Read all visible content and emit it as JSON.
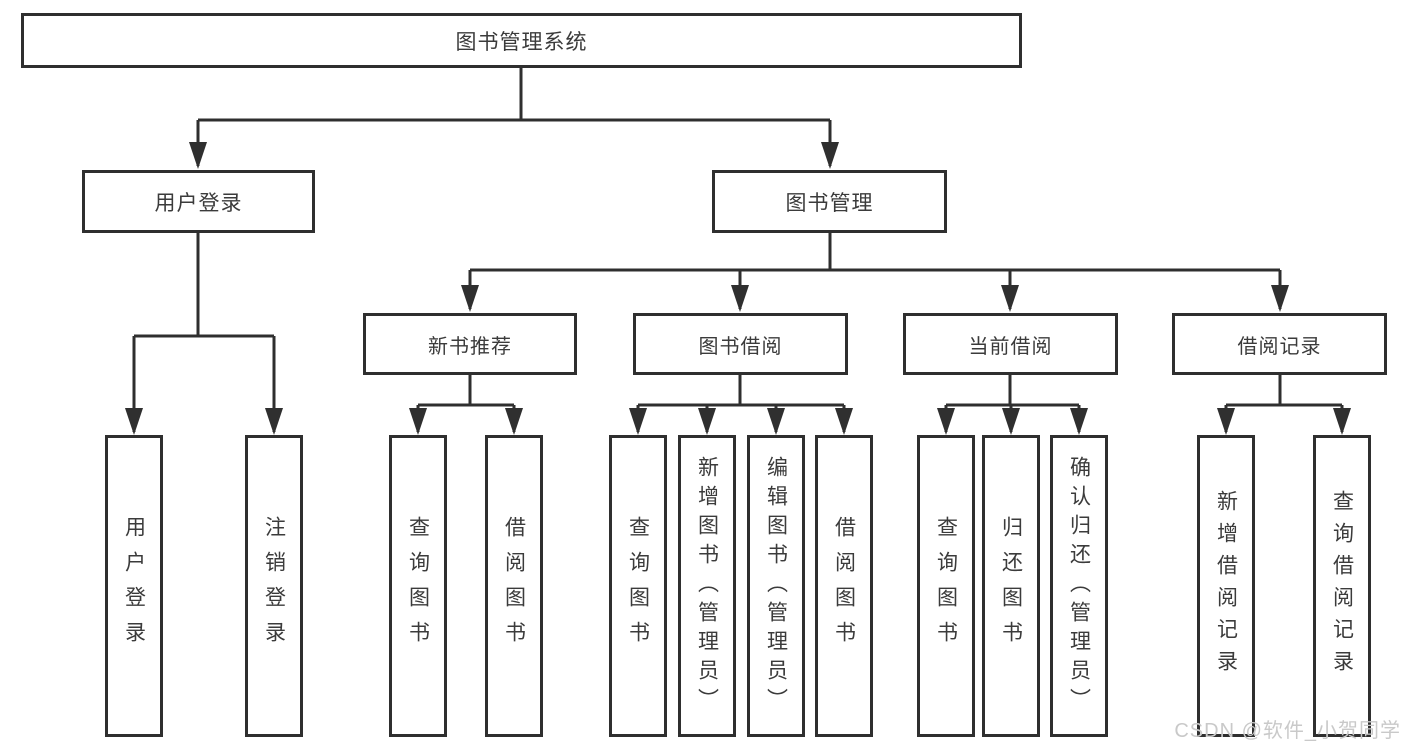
{
  "diagram": {
    "title": "图书管理系统",
    "root": {
      "label": "图书管理系统"
    },
    "branches": [
      {
        "label": "用户登录",
        "children": [
          {
            "label": "用户登录"
          },
          {
            "label": "注销登录"
          }
        ]
      },
      {
        "label": "图书管理",
        "children": [
          {
            "label": "新书推荐",
            "children": [
              {
                "label": "查询图书"
              },
              {
                "label": "借阅图书"
              }
            ]
          },
          {
            "label": "图书借阅",
            "children": [
              {
                "label": "查询图书"
              },
              {
                "label": "新增图书（管理员）"
              },
              {
                "label": "编辑图书（管理员）"
              },
              {
                "label": "借阅图书"
              }
            ]
          },
          {
            "label": "当前借阅",
            "children": [
              {
                "label": "查询图书"
              },
              {
                "label": "归还图书"
              },
              {
                "label": "确认归还（管理员）"
              }
            ]
          },
          {
            "label": "借阅记录",
            "children": [
              {
                "label": "新增借阅记录"
              },
              {
                "label": "查询借阅记录"
              }
            ]
          }
        ]
      }
    ]
  },
  "watermark": {
    "text": "CSDN @软件_小贺同学"
  },
  "colors": {
    "line": "#2f2f2f",
    "text": "#3b3b3b",
    "watermark": "#c9c9c9",
    "background": "#ffffff"
  }
}
